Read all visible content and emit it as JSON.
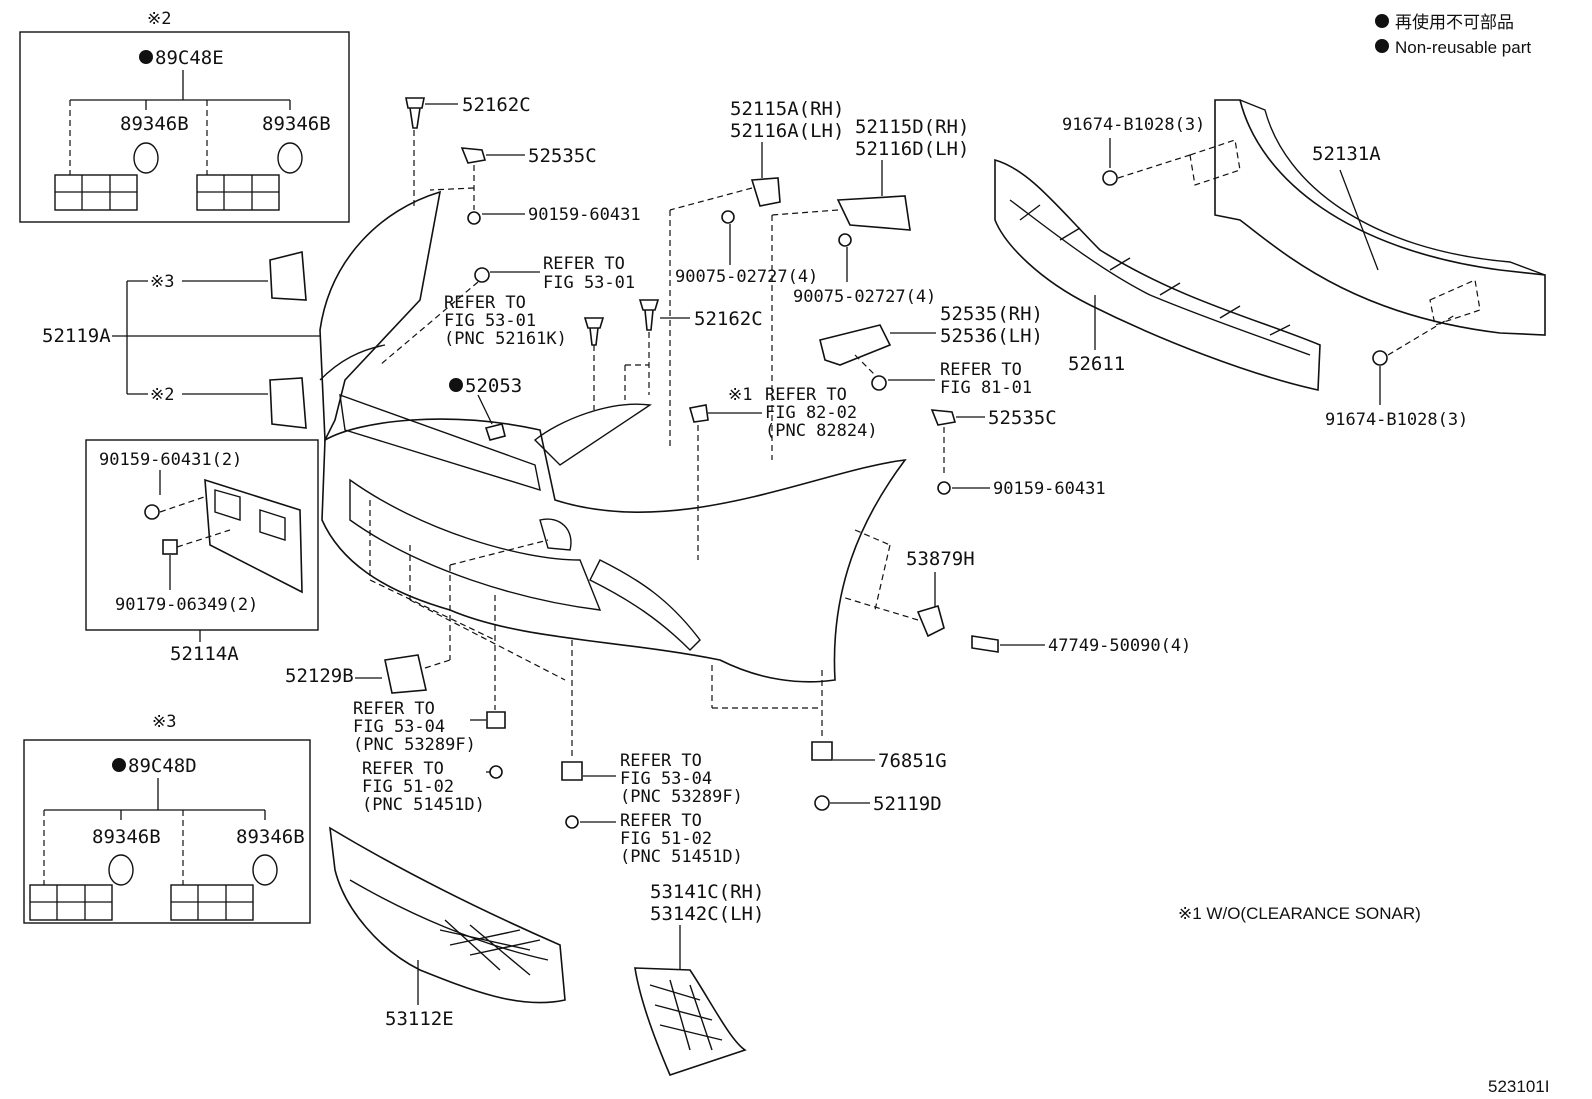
{
  "legend": {
    "jp": "再使用不可部品",
    "en": "Non-reusable part"
  },
  "footnote": "※1 W/O(CLEARANCE SONAR)",
  "diagram_id": "523101I",
  "box2": {
    "mark": "※2",
    "kit": "89C48E",
    "left_part": "89346B",
    "right_part": "89346B"
  },
  "box3": {
    "mark": "※3",
    "kit": "89C48D",
    "left_part": "89346B",
    "right_part": "89346B"
  },
  "plate_box": {
    "bolt": "90159-60431(2)",
    "nut": "90179-06349(2)",
    "assembly": "52114A"
  },
  "labels": {
    "clip_top": "52162C",
    "retainer_top": "52535C",
    "bolt_top": "90159-60431",
    "refer_5301_a_1": "REFER TO",
    "refer_5301_a_2": "FIG 53-01",
    "refer_5301_b_1": "REFER TO",
    "refer_5301_b_2": "FIG 53-01",
    "refer_5301_b_3": "(PNC 52161K)",
    "clip_mid": "52162C",
    "pad": "52053",
    "mark3": "※3",
    "mark2": "※2",
    "cover": "52119A",
    "bracket_a_rh": "52115A(RH)",
    "bracket_a_lh": "52116A(LH)",
    "bolt_a": "90075-02727(4)",
    "bracket_d_rh": "52115D(RH)",
    "bracket_d_lh": "52116D(LH)",
    "bolt_d": "90075-02727(4)",
    "support_rh": "52535(RH)",
    "support_lh": "52536(LH)",
    "refer_8101_1": "REFER TO",
    "refer_8101_2": "FIG 81-01",
    "refer_8202_mark": "※1",
    "refer_8202_1": "REFER TO",
    "refer_8202_2": "FIG 82-02",
    "refer_8202_3": "(PNC 82824)",
    "retainer_right": "52535C",
    "bolt_right": "90159-60431",
    "absorber": "52611",
    "reinforcement": "52131A",
    "bolt_rein_top": "91674-B1028(3)",
    "bolt_rein_bottom": "91674-B1028(3)",
    "seal": "53879H",
    "screw": "47749-50090(4)",
    "clip_76851": "76851G",
    "bolt_52119d": "52119D",
    "cap": "52129B",
    "refer_5304_a_1": "REFER TO",
    "refer_5304_a_2": "FIG 53-04",
    "refer_5304_a_3": "(PNC 53289F)",
    "refer_5102_a_1": "REFER TO",
    "refer_5102_a_2": "FIG 51-02",
    "refer_5102_a_3": "(PNC 51451D)",
    "refer_5304_b_1": "REFER TO",
    "refer_5304_b_2": "FIG 53-04",
    "refer_5304_b_3": "(PNC 53289F)",
    "refer_5102_b_1": "REFER TO",
    "refer_5102_b_2": "FIG 51-02",
    "refer_5102_b_3": "(PNC 51451D)",
    "grille": "53112E",
    "side_grille_rh": "53141C(RH)",
    "side_grille_lh": "53142C(LH)"
  }
}
